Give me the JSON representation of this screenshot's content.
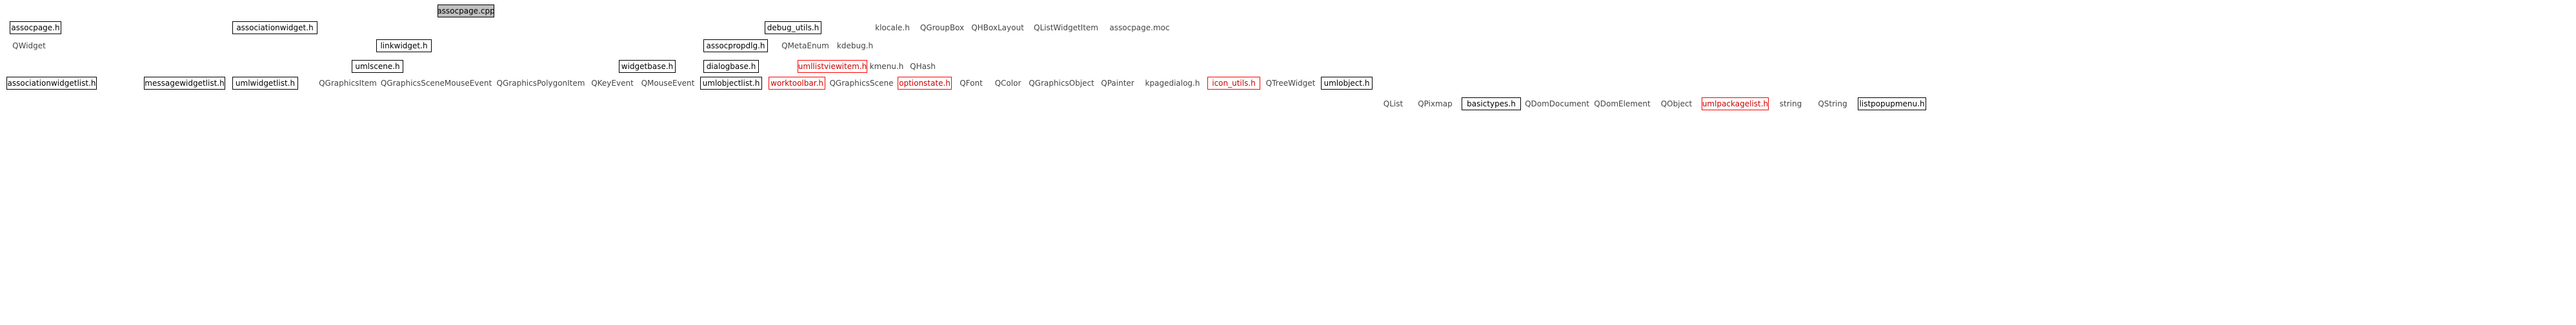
{
  "colors": {
    "edge": "#191970",
    "box_border": "#000000",
    "root_fill": "#bfbfbf",
    "missing_border": "#ff0000"
  },
  "nodes": {
    "assocpage_cpp": "assocpage.cpp",
    "assocpage_h": "assocpage.h",
    "associationwidget_h": "associationwidget.h",
    "debug_utils_h": "debug_utils.h",
    "klocale_h": "klocale.h",
    "qgroupbox": "QGroupBox",
    "qhboxlayout": "QHBoxLayout",
    "qlistwidgetitem": "QListWidgetItem",
    "assocpage_moc": "assocpage.moc",
    "qwidget": "QWidget",
    "linkwidget_h": "linkwidget.h",
    "assocpropdlg_h": "assocpropdlg.h",
    "qmetaenum": "QMetaEnum",
    "kdebug_h": "kdebug.h",
    "listpopupmenu_h": "listpopupmenu.h",
    "umlscene_h": "umlscene.h",
    "widgetbase_h": "widgetbase.h",
    "dialogbase_h": "dialogbase.h",
    "umllistviewitem_h": "umllistviewitem.h",
    "kmenu_h": "kmenu.h",
    "qhash": "QHash",
    "associationwidgetlist_h": "associationwidgetlist.h",
    "messagewidgetlist_h": "messagewidgetlist.h",
    "umlwidgetlist_h": "umlwidgetlist.h",
    "qgraphicsitem": "QGraphicsItem",
    "qgraphicsscenemouseevent": "QGraphicsSceneMouseEvent",
    "qgraphicspolygonitem": "QGraphicsPolygonItem",
    "qkeyevent": "QKeyEvent",
    "qmouseevent": "QMouseEvent",
    "umlobjectlist_h": "umlobjectlist.h",
    "worktoolbar_h": "worktoolbar.h",
    "qgraphicsscene": "QGraphicsScene",
    "optionstate_h": "optionstate.h",
    "qfont": "QFont",
    "qcolor": "QColor",
    "qgraphicsobject": "QGraphicsObject",
    "qpainter": "QPainter",
    "kpagedialog_h": "kpagedialog.h",
    "icon_utils_h": "icon_utils.h",
    "qtreewidget": "QTreeWidget",
    "umlobject_h": "umlobject.h",
    "qlist": "QList",
    "qpixmap": "QPixmap",
    "basictypes_h": "basictypes.h",
    "qdomdocument": "QDomDocument",
    "qdomelement": "QDomElement",
    "qobject": "QObject",
    "umlpackagelist_h": "umlpackagelist.h",
    "string": "string",
    "qstring": "QString"
  }
}
